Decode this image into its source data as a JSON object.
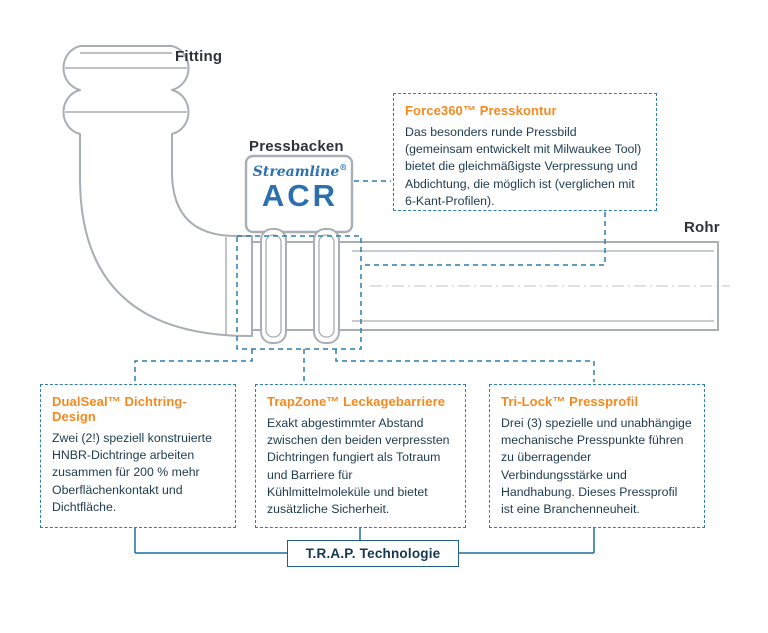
{
  "accent": {
    "blue_dashed": "#2E7FB0",
    "blue_solid": "#1E6F9F",
    "orange_heading": "#F5891F",
    "ink_text": "#1C3A4E",
    "drawing_gray": "#A9AEB2",
    "logo_blue": "#2C70B0"
  },
  "labels": {
    "fitting": "Fitting",
    "pressbacken": "Pressbacken",
    "rohr": "Rohr"
  },
  "logo": {
    "brand": "Streamline",
    "brand_mark": "®",
    "product": "ACR"
  },
  "callouts": {
    "force360": {
      "title": "Force360™ Presskontur",
      "body": "Das besonders runde Pressbild (gemeinsam entwickelt mit Milwaukee Tool) bietet die gleichmäßigste Verpressung und Abdichtung, die möglich ist (verglichen mit 6-Kant-Profilen)."
    },
    "dualseal": {
      "title": "DualSeal™ Dichtring-Design",
      "body": "Zwei (2!) speziell konstruierte HNBR-Dichtringe arbeiten zusammen für 200 % mehr Oberflächenkontakt und Dichtfläche."
    },
    "trapzone": {
      "title": "TrapZone™ Leckagebarriere",
      "body": "Exakt abgestimmter Abstand zwischen den beiden verpressten Dichtringen fungiert als Totraum und Barriere für Kühlmittelmoleküle und bietet zusätzliche Sicherheit."
    },
    "trilock": {
      "title": "Tri-Lock™ Pressprofil",
      "body": "Drei (3) spezielle und unabhängige mechanische Presspunkte führen zu überragender Verbindungsstärke und Handhabung. Dieses Pressprofil ist eine Branchenneuheit."
    }
  },
  "footer": {
    "trap_label": "T.R.A.P. Technologie"
  }
}
